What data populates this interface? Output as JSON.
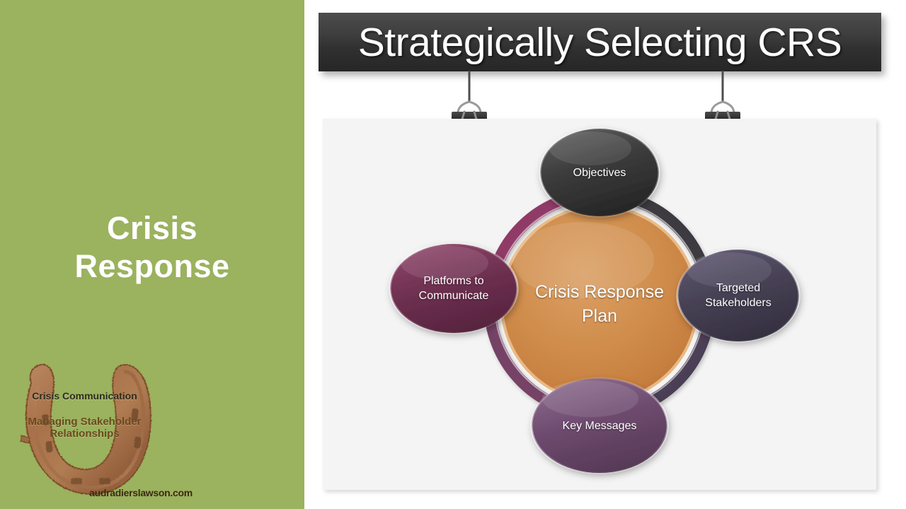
{
  "slide": {
    "title": "Strategically Selecting CRS",
    "section_title": "Crisis\nResponse",
    "background_color": "#ffffff",
    "panel_color": "#9bb25e",
    "banner_color": "#3a3a3a",
    "content_bg": "#f4f4f4"
  },
  "logo": {
    "line1": "Crisis\nCommunication",
    "line2": "Managing\nStakeholder\nRelationships",
    "url": "audradierslawson.com",
    "line1_color": "#2b2b1e",
    "line2_color": "#6a4a1c",
    "url_color": "#3d2a12",
    "horseshoe_color": "#a9744a"
  },
  "diagram": {
    "type": "cycle-ring",
    "center": {
      "label": "Crisis Response\nPlan",
      "color": "#d08a4a"
    },
    "nodes": [
      {
        "id": "objectives",
        "label": "Objectives",
        "position": "top",
        "color": "#3b3b3b"
      },
      {
        "id": "stakeholders",
        "label": "Targeted\nStakeholders",
        "position": "right",
        "color": "#474154"
      },
      {
        "id": "messages",
        "label": "Key Messages",
        "position": "bottom",
        "color": "#6b4a6b"
      },
      {
        "id": "platforms",
        "label": "Platforms to\nCommunicate",
        "position": "left",
        "color": "#6e2f4e"
      }
    ],
    "ring_colors": {
      "top_right": "#3b3b3b",
      "right": "#474154",
      "bottom": "#6b4a6b",
      "left": "#8e2f63",
      "top_left": "#993a6b"
    }
  },
  "clips": [
    {
      "id": "clip-left",
      "name": "binder-clip"
    },
    {
      "id": "clip-right",
      "name": "binder-clip"
    }
  ]
}
